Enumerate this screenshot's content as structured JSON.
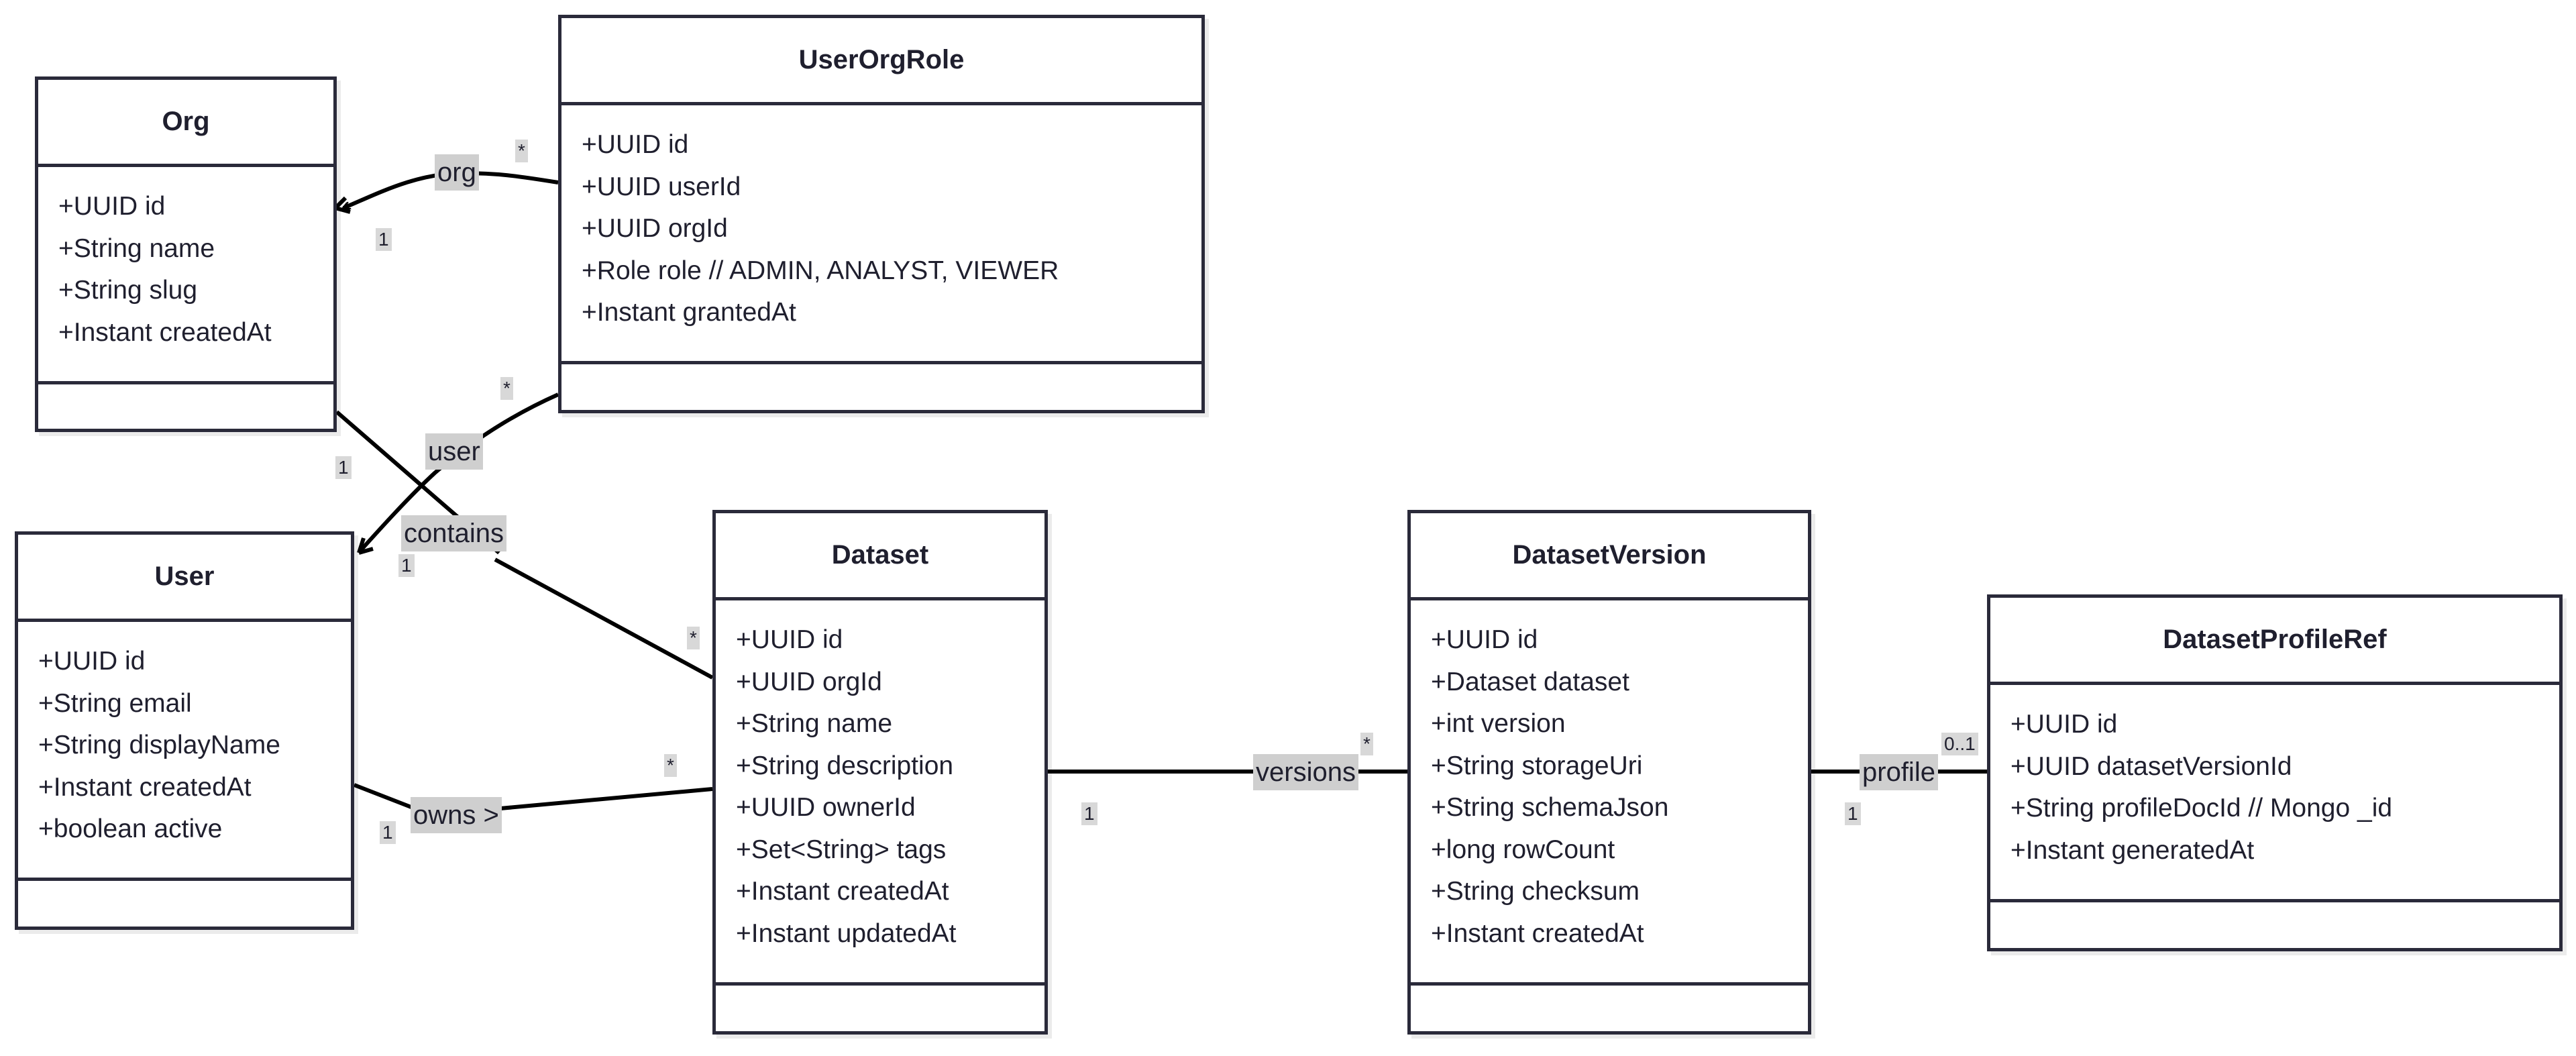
{
  "classes": {
    "org": {
      "name": "Org",
      "attributes": [
        "+UUID id",
        "+String name",
        "+String slug",
        "+Instant createdAt"
      ]
    },
    "userorgrole": {
      "name": "UserOrgRole",
      "attributes": [
        "+UUID id",
        "+UUID userId",
        "+UUID orgId",
        "+Role role // ADMIN, ANALYST, VIEWER",
        "+Instant grantedAt"
      ]
    },
    "user": {
      "name": "User",
      "attributes": [
        "+UUID id",
        "+String email",
        "+String displayName",
        "+Instant createdAt",
        "+boolean active"
      ]
    },
    "dataset": {
      "name": "Dataset",
      "attributes": [
        "+UUID id",
        "+UUID orgId",
        "+String name",
        "+String description",
        "+UUID ownerId",
        "+Set<String> tags",
        "+Instant createdAt",
        "+Instant updatedAt"
      ]
    },
    "datasetversion": {
      "name": "DatasetVersion",
      "attributes": [
        "+UUID id",
        "+Dataset dataset",
        "+int version",
        "+String storageUri",
        "+String schemaJson",
        "+long rowCount",
        "+String checksum",
        "+Instant createdAt"
      ]
    },
    "datasetprofileref": {
      "name": "DatasetProfileRef",
      "attributes": [
        "+UUID id",
        "+UUID datasetVersionId",
        "+String profileDocId // Mongo _id",
        "+Instant generatedAt"
      ]
    }
  },
  "relations": {
    "org": {
      "label": "org",
      "source_mult": "*",
      "target_mult": "1"
    },
    "user": {
      "label": "user",
      "source_mult": "*",
      "target_mult": "1"
    },
    "contains": {
      "label": "contains",
      "source_mult": "1",
      "target_mult": "*"
    },
    "owns": {
      "label": "owns >",
      "source_mult": "1",
      "target_mult": "*"
    },
    "versions": {
      "label": "versions",
      "source_mult": "1",
      "target_mult": "*"
    },
    "profile": {
      "label": "profile",
      "source_mult": "1",
      "target_mult": "0..1"
    }
  }
}
